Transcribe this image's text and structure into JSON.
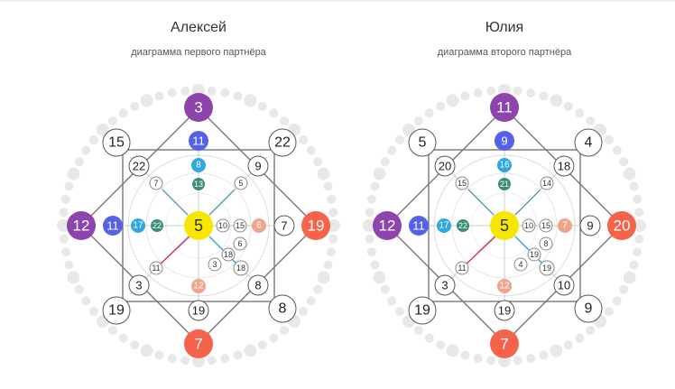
{
  "partners": [
    {
      "name": "Алексей",
      "subtitle": "диаграмма первого партнёра",
      "center": "5",
      "top": {
        "outer": "3",
        "inner": "11",
        "small": "8",
        "small2": "13"
      },
      "left": {
        "outer": "12",
        "inner": "11",
        "small": "17",
        "small2": "22"
      },
      "bottom": {
        "outer": "7",
        "inner": "19",
        "small": "12"
      },
      "right": {
        "outer": "19",
        "inner": "7",
        "small": "6",
        "small2": "15",
        "small3": "10"
      },
      "corners": {
        "tl": "15",
        "tr": "22",
        "bl": "19",
        "br": "8"
      },
      "inner_corners": {
        "tl": "22",
        "tr": "9",
        "bl": "3",
        "br": "8"
      },
      "diag": {
        "tl": "7",
        "tr": "5",
        "bl": "11",
        "br": "18"
      },
      "money": {
        "a": "18",
        "b": "3",
        "c": "6"
      }
    },
    {
      "name": "Юлия",
      "subtitle": "диаграмма второго партнёра",
      "center": "5",
      "top": {
        "outer": "11",
        "inner": "9",
        "small": "16",
        "small2": "21"
      },
      "left": {
        "outer": "12",
        "inner": "11",
        "small": "17",
        "small2": "22"
      },
      "bottom": {
        "outer": "7",
        "inner": "19",
        "small": "12"
      },
      "right": {
        "outer": "20",
        "inner": "9",
        "small": "7",
        "small2": "15",
        "small3": "10"
      },
      "corners": {
        "tl": "5",
        "tr": "4",
        "bl": "19",
        "br": "9"
      },
      "inner_corners": {
        "tl": "20",
        "tr": "18",
        "bl": "3",
        "br": "10"
      },
      "diag": {
        "tl": "15",
        "tr": "14",
        "bl": "11",
        "br": "19"
      },
      "money": {
        "a": "19",
        "b": "4",
        "c": "8"
      }
    }
  ],
  "colors": {
    "purple": "#8e44ad",
    "blue": "#5561e6",
    "cyan": "#2ea8e0",
    "green": "#3b8f7a",
    "yellow": "#f7e600",
    "orange": "#f5634a",
    "peach": "#f0a48c",
    "gray": "#888888",
    "dot": "#e8e8e8"
  }
}
